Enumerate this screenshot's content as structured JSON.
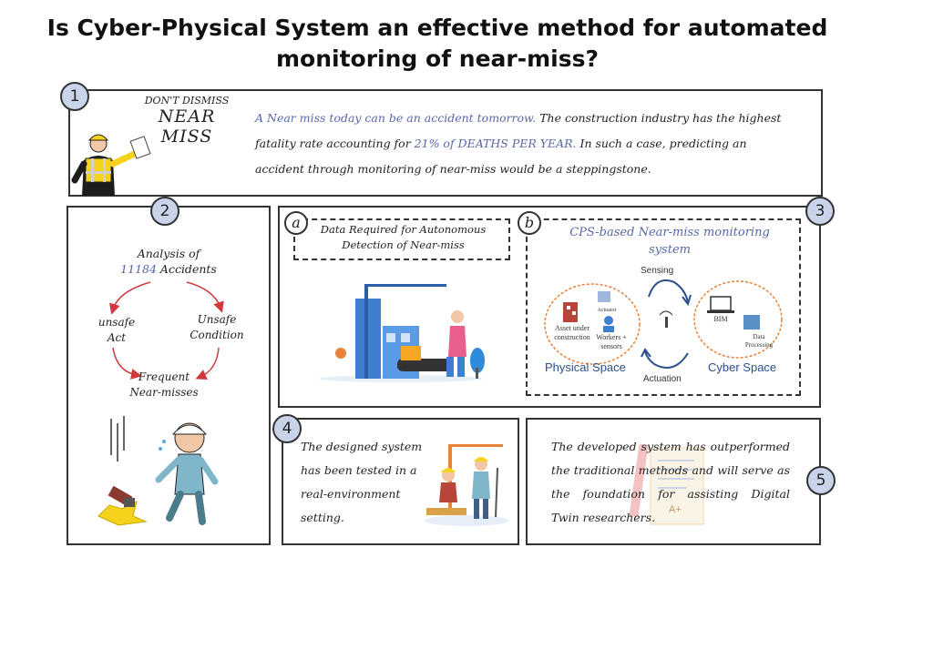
{
  "title_line1": "Is Cyber-Physical System an effective method for automated",
  "title_line2": "monitoring of near-miss?",
  "panel1": {
    "number": "1",
    "sign_line1": "DON'T DISMISS",
    "sign_line2": "NEAR MISS",
    "highlight1": "A Near miss today can be an accident tomorrow.",
    "text1": " The construction industry has the highest",
    "text2": "fatality rate accounting for ",
    "highlight2": "21% of DEATHS PER YEAR.",
    "text3": " In such a case, predicting an",
    "text4": "accident through monitoring of near-miss would be a steppingstone."
  },
  "panel2": {
    "number": "2",
    "analysis": "Analysis of",
    "count": "11184",
    "accidents": " Accidents",
    "unsafe_act_1": "unsafe",
    "unsafe_act_2": "Act",
    "unsafe_cond_1": "Unsafe",
    "unsafe_cond_2": "Condition",
    "frequent_1": "Frequent",
    "frequent_2": "Near-misses"
  },
  "panel3": {
    "number": "3",
    "label_a": "a",
    "box_a_line1": "Data Required for Autonomous",
    "box_a_line2": "Detection of Near-miss",
    "label_b": "b",
    "cps_title_1": "CPS-based Near-miss monitoring",
    "cps_title_2": "system",
    "sensing": "Sensing",
    "actuation": "Actuation",
    "physical_space": "Physical Space",
    "cyber_space": "Cyber Space",
    "asset_1": "Asset under",
    "asset_2": "construction",
    "actuator": "Actuator",
    "workers_1": "Workers +",
    "workers_2": "sensors",
    "bim": "BIM",
    "data_1": "Data",
    "data_2": "Processing"
  },
  "panel4": {
    "number": "4",
    "line1": "The designed system",
    "line2": "has been tested in a",
    "line3": "real-environment",
    "line4": "setting."
  },
  "panel5": {
    "number": "5",
    "line1": "The developed system has outperformed",
    "line2": "the traditional methods and will serve as",
    "line3": "the foundation for assisting Digital",
    "line4": "Twin researchers.",
    "grade": "A+"
  },
  "colors": {
    "accent_blue": "#5867a8",
    "badge_fill": "#c9d3e9",
    "circle_orange": "#e8823a",
    "arrow_red": "#d0393e"
  }
}
